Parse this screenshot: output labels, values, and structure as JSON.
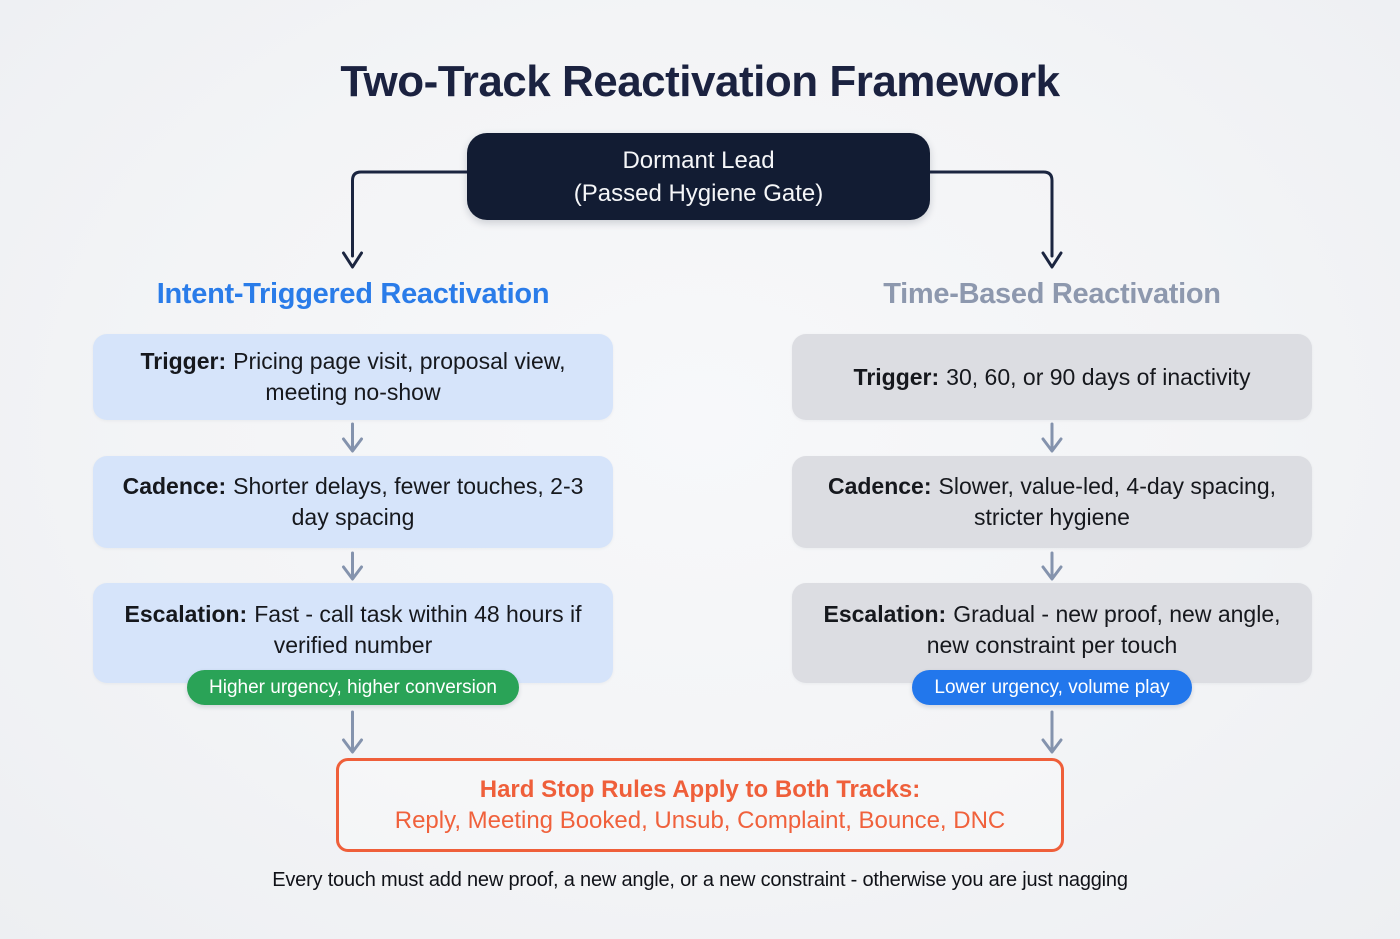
{
  "title": "Two-Track Reactivation Framework",
  "root_node": {
    "line1": "Dormant Lead",
    "line2": "(Passed Hygiene Gate)"
  },
  "tracks": [
    {
      "id": "intent-triggered",
      "heading": "Intent-Triggered Reactivation",
      "heading_color": "#2a7ce9",
      "box_color": "#d6e4fa",
      "steps": [
        {
          "label": "Trigger:",
          "text": "Pricing page visit, proposal view, meeting no-show"
        },
        {
          "label": "Cadence:",
          "text": "Shorter delays, fewer touches, 2-3 day spacing"
        },
        {
          "label": "Escalation:",
          "text": "Fast - call task within 48 hours if verified number"
        }
      ],
      "badge": {
        "text": "Higher urgency, higher conversion",
        "color": "#2aa357"
      }
    },
    {
      "id": "time-based",
      "heading": "Time-Based Reactivation",
      "heading_color": "#8d98ae",
      "box_color": "#dcdde2",
      "steps": [
        {
          "label": "Trigger:",
          "text": "30, 60, or 90 days of inactivity"
        },
        {
          "label": "Cadence:",
          "text": "Slower, value-led, 4-day spacing, stricter hygiene"
        },
        {
          "label": "Escalation:",
          "text": "Gradual - new proof, new angle, new constraint per touch"
        }
      ],
      "badge": {
        "text": "Lower urgency, volume play",
        "color": "#2277ec"
      }
    }
  ],
  "hard_stop": {
    "heading": "Hard Stop Rules Apply to Both Tracks:",
    "items": "Reply, Meeting Booked, Unsub, Complaint, Bounce, DNC",
    "border_color": "#ef5f3a"
  },
  "footnote": "Every touch must add new proof, a new angle, or a new constraint - otherwise you are just nagging",
  "colors": {
    "title_text": "#1b2240",
    "root_node_bg": "#121c33",
    "chevron_arrow": "#8493ad",
    "elbow_connector": "#1b2540",
    "background": "#f3f4f6"
  }
}
